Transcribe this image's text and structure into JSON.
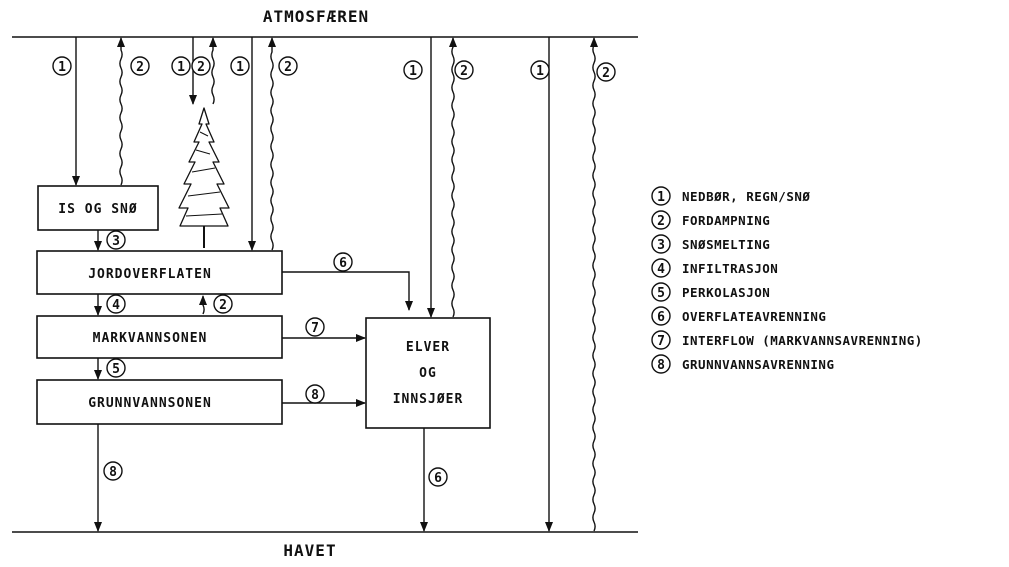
{
  "top_label": "ATMOSFÆREN",
  "bottom_label": "HAVET",
  "boxes": {
    "is_og_sno": "IS OG SNØ",
    "jordoverflaten": "JORDOVERFLATEN",
    "markvannsonen": "MARKVANNSONEN",
    "grunnvannsonen": "GRUNNVANNSONEN",
    "elver": [
      "ELVER",
      "OG",
      "INNSJØER"
    ]
  },
  "legend": [
    {
      "num": "1",
      "text": "NEDBØR, REGN/SNØ"
    },
    {
      "num": "2",
      "text": "FORDAMPNING"
    },
    {
      "num": "3",
      "text": "SNØSMELTING"
    },
    {
      "num": "4",
      "text": "INFILTRASJON"
    },
    {
      "num": "5",
      "text": "PERKOLASJON"
    },
    {
      "num": "6",
      "text": "OVERFLATEAVRENNING"
    },
    {
      "num": "7",
      "text": "INTERFLOW (MARKVANNSAVRENNING)"
    },
    {
      "num": "8",
      "text": "GRUNNVANNSAVRENNING"
    }
  ],
  "tree_icon": "spruce-tree-icon"
}
